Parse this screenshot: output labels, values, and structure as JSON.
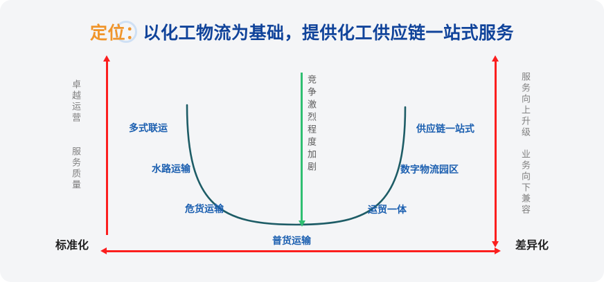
{
  "title": {
    "keyword": "定位",
    "colon": "：",
    "body": "以化工物流为基础，提供化工供应链一站式服务",
    "keyword_color": "#f0952b",
    "body_color": "#10439a",
    "badge_color": "#cfe0f4"
  },
  "axes": {
    "left_end_label": "标准化",
    "right_end_label": "差异化",
    "arrow_color": "#fb1e1e",
    "center_arrow_color": "#2fbf71"
  },
  "left_axis_notes": [
    "卓越运营",
    "服务质量"
  ],
  "right_axis_notes": [
    "服务向上升级",
    "业务向下兼容"
  ],
  "center_note": "竞争激烈程度加剧",
  "curve": {
    "color": "#1d5c66",
    "bottom_label": "普货运输"
  },
  "left_nodes": [
    "多式联运",
    "水路运输",
    "危货运输"
  ],
  "right_nodes": [
    "供应链一站式",
    "数字物流园区",
    "运贸一体"
  ]
}
